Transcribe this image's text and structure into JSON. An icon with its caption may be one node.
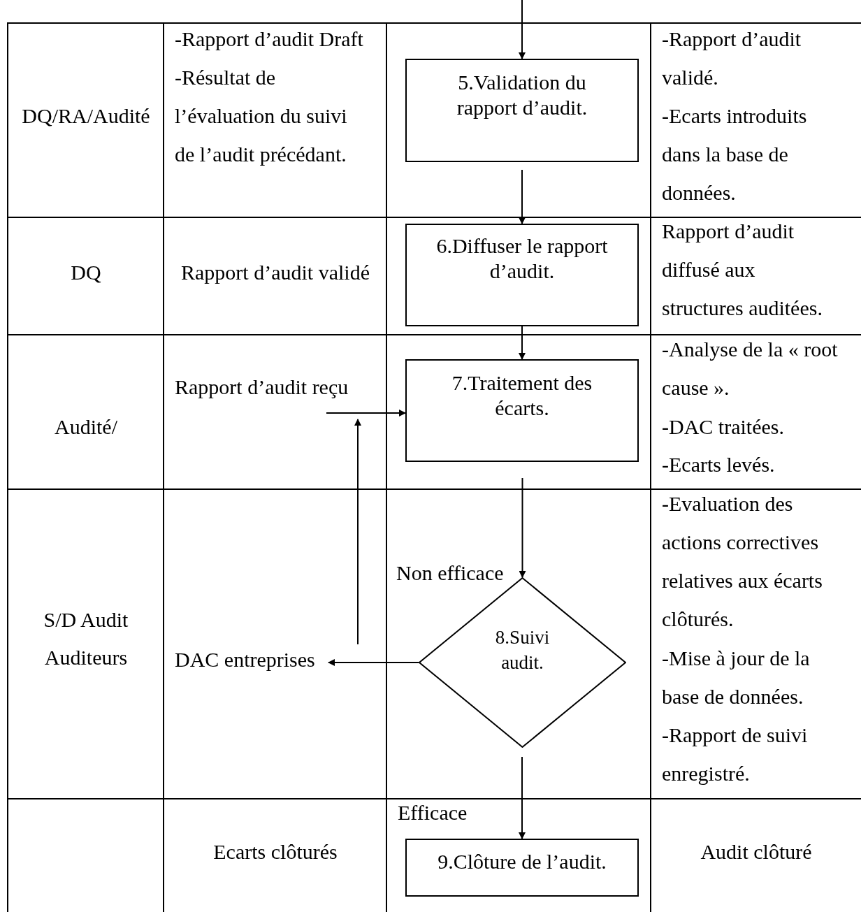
{
  "diagram": {
    "nodes": [
      {
        "text": [
          "5.Validation du rapport d’audit."
        ]
      },
      {
        "text": [
          "6.Diffuser le rapport d’audit."
        ]
      },
      {
        "text": [
          "Rapport d’audit reçu"
        ]
      },
      {
        "text": [
          "7.Traitement des écarts."
        ]
      },
      {
        "text": [
          "8.Suivi audit."
        ]
      },
      {
        "text": [
          "DAC entreprises"
        ]
      },
      {
        "text": [
          "9.Clôture de l’audit."
        ]
      }
    ],
    "edges": [
      {
        "from": null,
        "to": 0,
        "arrow": "to"
      },
      {
        "from": 0,
        "to": 1,
        "arrow": "to"
      },
      {
        "from": 1,
        "to": 3,
        "arrow": "to"
      },
      {
        "from": 3,
        "to": 4,
        "arrow": "to"
      },
      {
        "from": 4,
        "to": 5,
        "arrow": "to"
      },
      {
        "from": 5,
        "to": 2,
        "arrow": "to"
      },
      {
        "from": 2,
        "to": 3,
        "arrow": "to"
      },
      {
        "from": 4,
        "to": 6,
        "arrow": "to",
        "label": "Efficace"
      }
    ],
    "labels": [
      "DQ/RA/Audité",
      "-Rapport d’audit Draft",
      "-Résultat de l’évaluation du suivi de l’audit précédant.",
      "-Rapport d’audit validé.",
      "-Ecarts introduits dans la base de données.",
      "DQ",
      "Rapport d’audit validé",
      "Rapport d’audit diffusé aux structures auditées.",
      "Audité/",
      "-Analyse de la « root cause ».",
      "-DAC traitées.",
      "-Ecarts levés.",
      "Non efficace",
      "S/D Audit Auditeurs",
      "-Evaluation des actions correctives relatives aux écarts clôturés.",
      "-Mise à jour de la base de données.",
      "-Rapport de suivi enregistré.",
      "Ecarts clôturés",
      "Audit clôturé"
    ]
  }
}
